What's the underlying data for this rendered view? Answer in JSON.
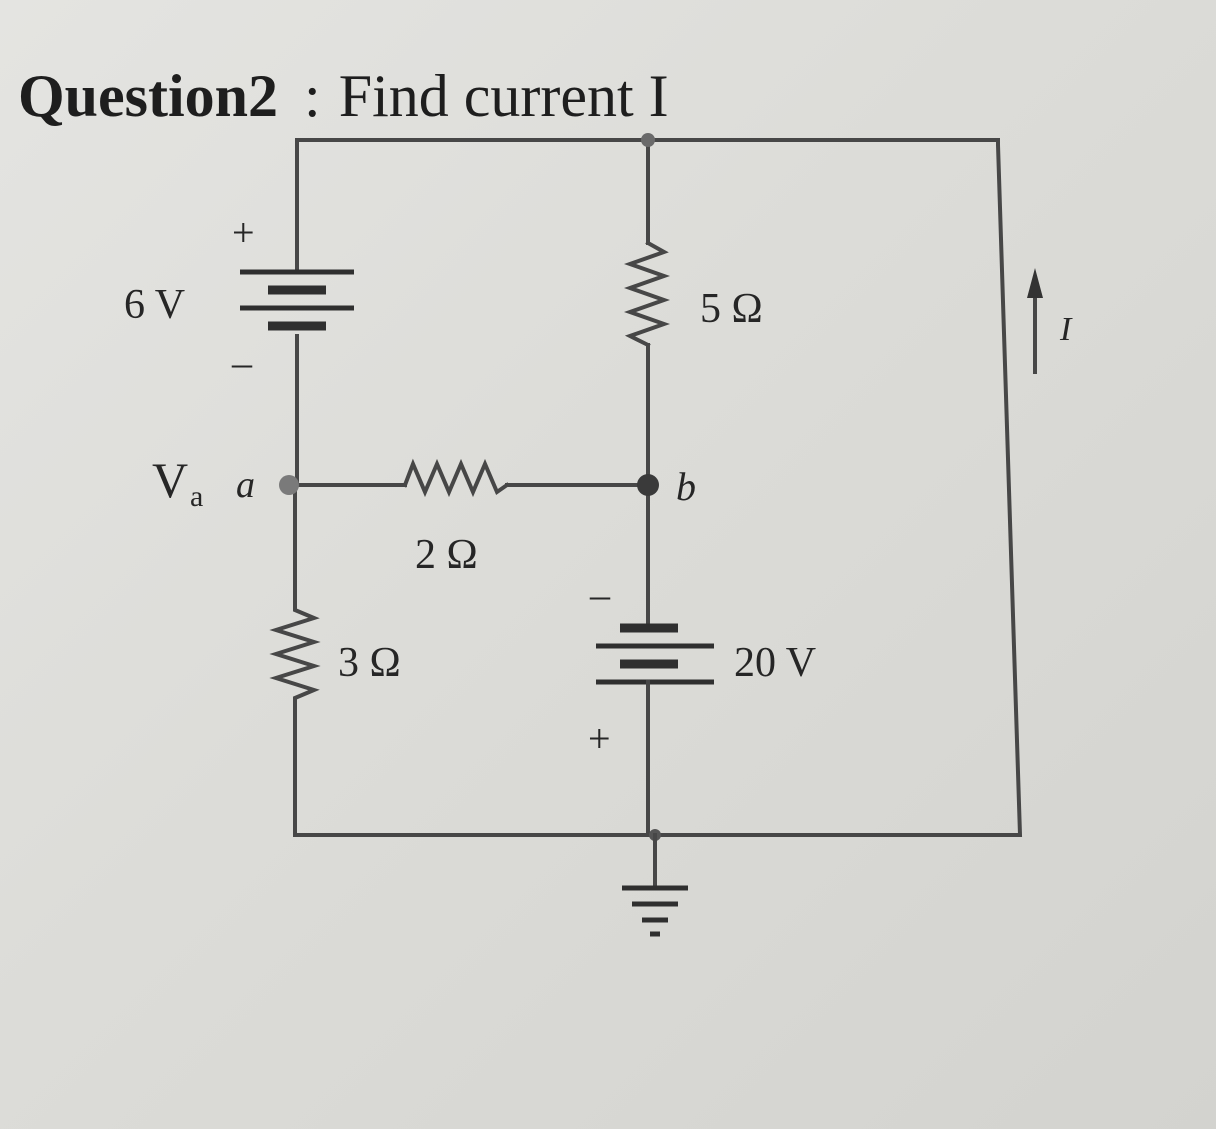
{
  "question": {
    "label": "Question2",
    "separator": ":",
    "prompt": "Find current I"
  },
  "circuit": {
    "source_6v": {
      "value": "6 V",
      "plus": "+",
      "minus": "–"
    },
    "source_20v": {
      "value": "20 V",
      "plus": "+",
      "minus": "–"
    },
    "r_5": "5 Ω",
    "r_2": "2 Ω",
    "r_3": "3 Ω",
    "node_a": {
      "prefix": "V",
      "subscript": "a",
      "name": "a"
    },
    "node_b": "b",
    "current": "I"
  },
  "colors": {
    "wire": "#474747",
    "ink": "#262626",
    "paper": "#dcdcd8"
  }
}
